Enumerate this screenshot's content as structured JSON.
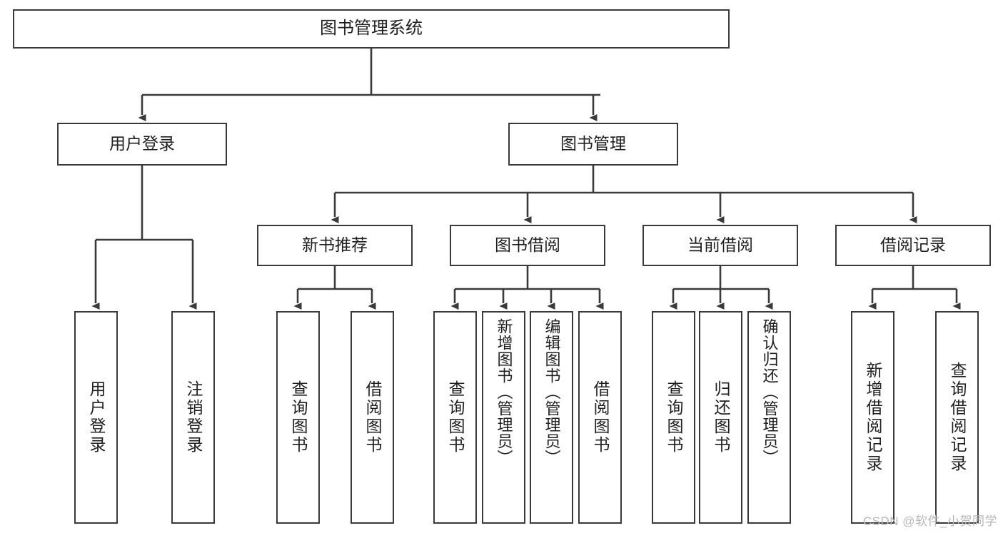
{
  "diagram": {
    "title": "图书管理系统",
    "type": "tree-hierarchy",
    "watermark": "CSDN @软件_小贺同学",
    "line_color": "#3a3a3a",
    "box_fill": "#ffffff",
    "text_color": "#1f1f1f"
  },
  "nodes": {
    "root": {
      "label": "图书管理系统"
    },
    "level1": [
      {
        "label": "用户登录"
      },
      {
        "label": "图书管理"
      }
    ],
    "level2": [
      {
        "label": "新书推荐"
      },
      {
        "label": "图书借阅"
      },
      {
        "label": "当前借阅"
      },
      {
        "label": "借阅记录"
      }
    ],
    "leaves": {
      "user_login": [
        {
          "label": "用户登录"
        },
        {
          "label": "注销登录"
        }
      ],
      "new_book_recommend": [
        {
          "label": "查询图书"
        },
        {
          "label": "借阅图书"
        }
      ],
      "book_borrow": [
        {
          "label": "查询图书"
        },
        {
          "label": "新增图书（管理员）"
        },
        {
          "label": "编辑图书（管理员）"
        },
        {
          "label": "借阅图书"
        }
      ],
      "current_borrow": [
        {
          "label": "查询图书"
        },
        {
          "label": "归还图书"
        },
        {
          "label": "确认归还（管理员）"
        }
      ],
      "borrow_record": [
        {
          "label": "新增借阅记录"
        },
        {
          "label": "查询借阅记录"
        }
      ]
    }
  }
}
